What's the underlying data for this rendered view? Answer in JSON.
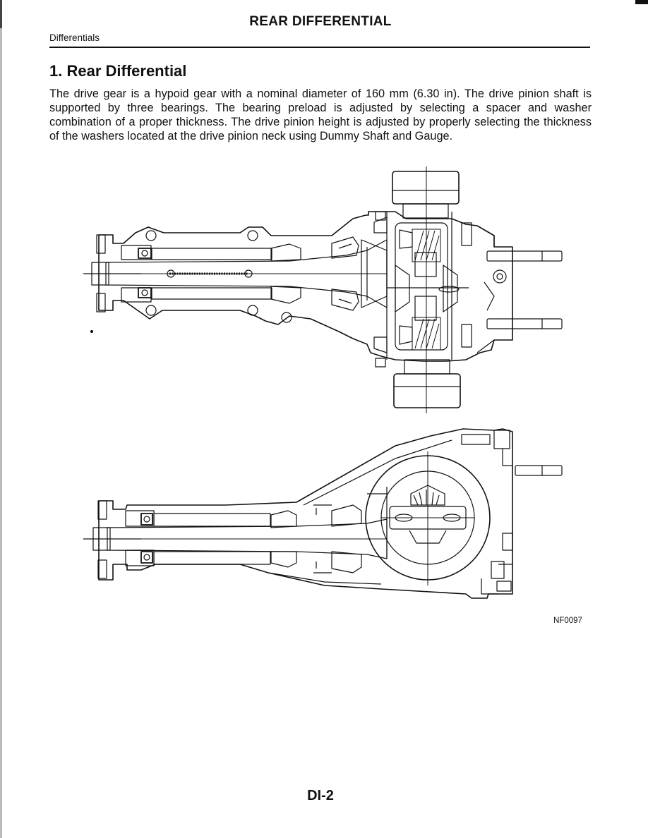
{
  "header": {
    "title": "REAR DIFFERENTIAL",
    "section": "Differentials"
  },
  "main": {
    "heading": "1. Rear Differential",
    "paragraph": "The drive gear is a hypoid gear with a nominal diameter of 160 mm (6.30 in). The drive pinion shaft is supported by three bearings. The bearing preload is adjusted by selecting a spacer and washer combination of a proper thickness. The drive pinion height is adjusted by properly selecting the thickness of the washers located at the drive pinion neck using Dummy Shaft and Gauge.",
    "figure_code": "NF0097"
  },
  "footer": {
    "page_number": "DI-2"
  }
}
